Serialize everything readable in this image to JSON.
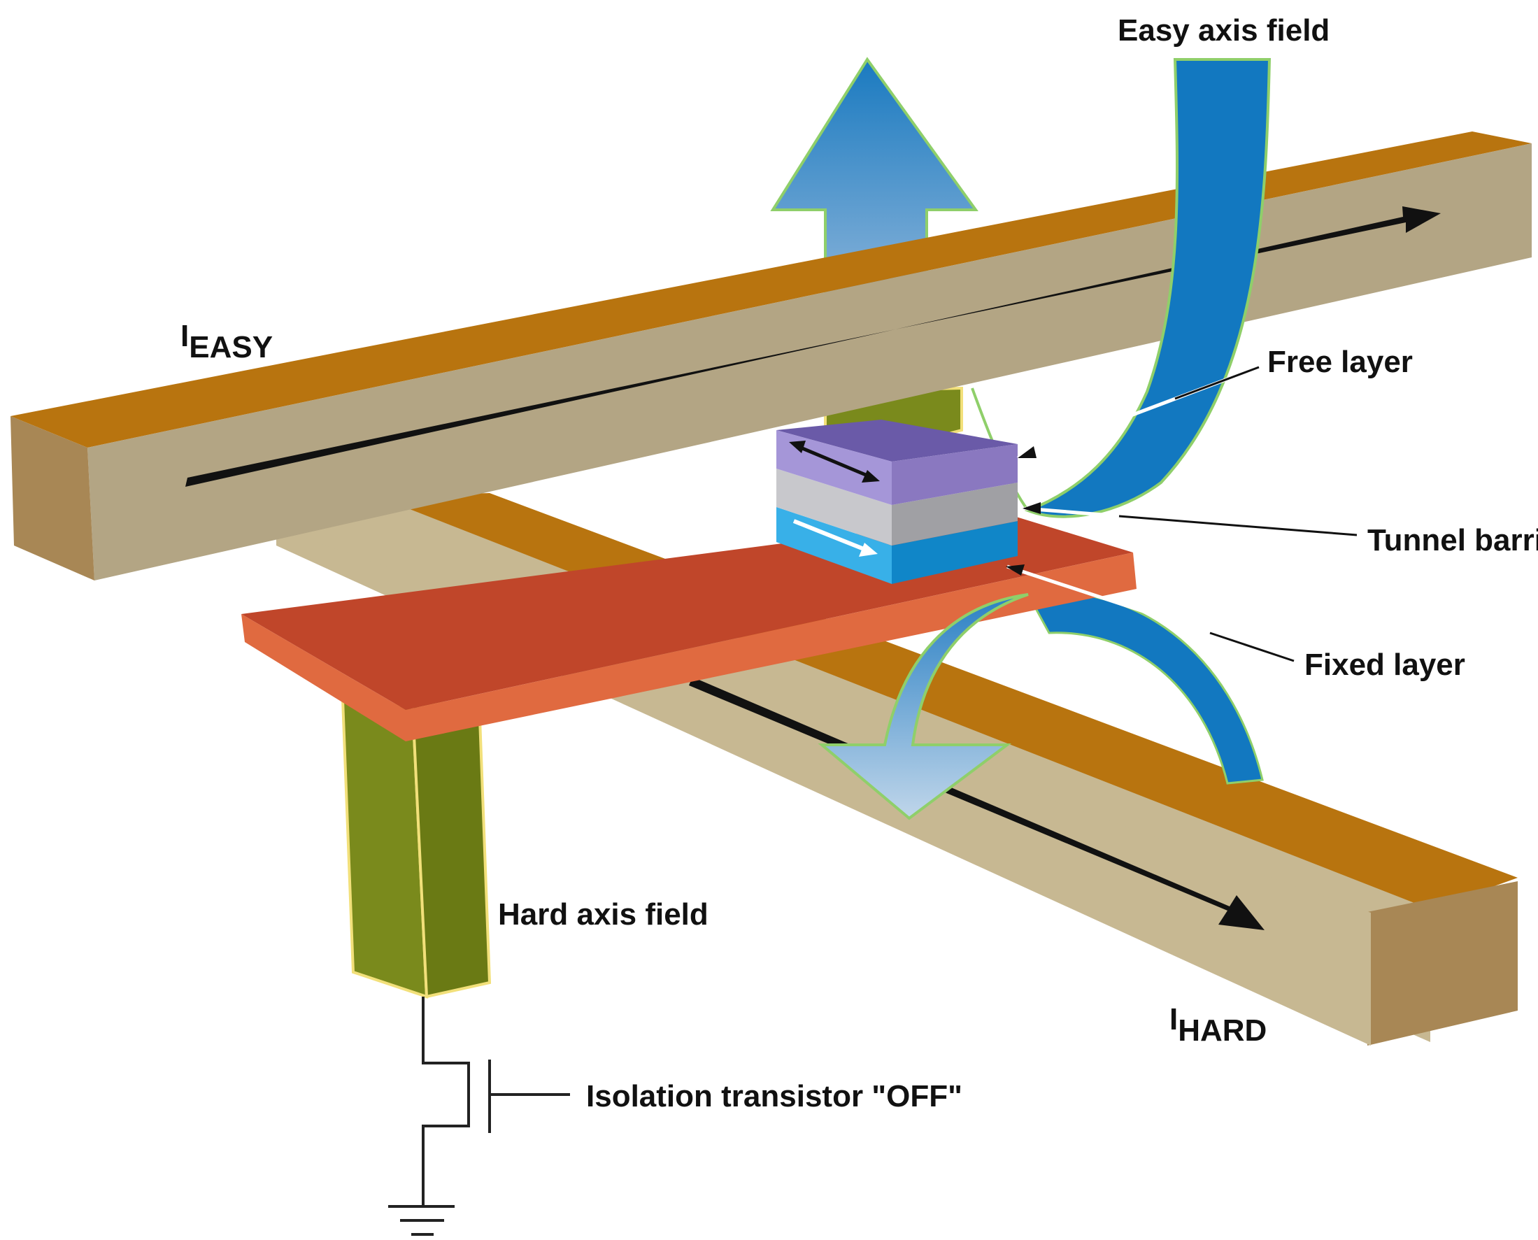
{
  "labels": {
    "easy_axis_field": "Easy axis field",
    "i_easy_main": "I",
    "i_easy_sub": "EASY",
    "free_layer": "Free layer",
    "tunnel_barrier": "Tunnel barrier",
    "fixed_layer": "Fixed layer",
    "hard_axis_field": "Hard axis field",
    "i_hard_main": "I",
    "i_hard_sub": "HARD",
    "isolation_transistor": "Isolation transistor \"OFF\""
  },
  "colors": {
    "bar_top": "#b8740f",
    "bar_face": "#b3a584",
    "bar_end": "#a88755",
    "lower_bar_face": "#c7b892",
    "plate_top": "#c0462a",
    "plate_edge": "#e06a40",
    "via": "#7a8a1c",
    "via_outline": "#f2e07a",
    "free_layer": "#8a78c0",
    "free_layer_top": "#a596d8",
    "barrier": "#a0a0a4",
    "barrier_top": "#c8c8cc",
    "fixed_layer": "#1086c8",
    "fixed_layer_top": "#38b0e8",
    "field_blue": "#1278c0",
    "field_light": "#8ab4dc",
    "arrow_outline": "#8fcf6a",
    "current_arrow": "#111111"
  }
}
